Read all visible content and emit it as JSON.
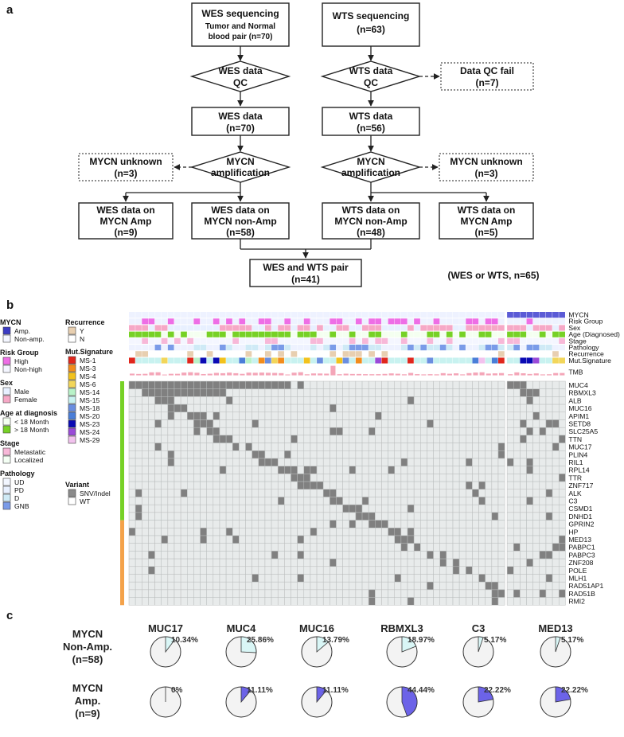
{
  "panel_a": {
    "label": "a",
    "wes_seq_title": "WES sequencing",
    "wes_seq_sub": "Tumor and Normal",
    "wes_seq_sub2": "blood pair (n=70)",
    "wts_seq_title": "WTS sequencing",
    "wts_seq_n": "(n=63)",
    "wes_qc_1": "WES data",
    "wes_qc_2": "QC",
    "wts_qc_1": "WTS data",
    "wts_qc_2": "QC",
    "qc_fail_1": "Data QC fail",
    "qc_fail_2": "(n=7)",
    "wes_data_1": "WES data",
    "wes_data_2": "(n=70)",
    "wts_data_1": "WTS data",
    "wts_data_2": "(n=56)",
    "mycn_amp_1": "MYCN",
    "mycn_amp_2": "amplification",
    "unk_left_1": "MYCN unknown",
    "unk_left_2": "(n=3)",
    "unk_right_1": "MYCN unknown",
    "unk_right_2": "(n=3)",
    "wes_amp_1": "WES data on",
    "wes_amp_2": "MYCN Amp",
    "wes_amp_3": "(n=9)",
    "wes_nonamp_1": "WES data on",
    "wes_nonamp_2": "MYCN non-Amp",
    "wes_nonamp_3": "(n=58)",
    "wts_nonamp_1": "WTS data on",
    "wts_nonamp_2": "MYCN non-Amp",
    "wts_nonamp_3": "(n=48)",
    "wts_amp_1": "WTS data on",
    "wts_amp_2": "MYCN Amp",
    "wts_amp_3": "(n=5)",
    "pair_1": "WES and WTS pair",
    "pair_2": "(n=41)",
    "or_note": "(WES or WTS, n=65)"
  },
  "panel_b": {
    "label": "b",
    "legend_left": [
      {
        "title": "MYCN",
        "items": [
          {
            "label": "Amp.",
            "color": "#3b3bc4"
          },
          {
            "label": "Non-amp.",
            "color": "#f4f6ff"
          }
        ]
      },
      {
        "title": "Risk Group",
        "items": [
          {
            "label": "High",
            "color": "#ee6ee6"
          },
          {
            "label": "Non-high",
            "color": "#f4f6ff"
          }
        ]
      },
      {
        "title": "Sex",
        "items": [
          {
            "label": "Male",
            "color": "#e8f0ff"
          },
          {
            "label": "Female",
            "color": "#f6a8c6"
          }
        ]
      },
      {
        "title": "Age at diagnosis",
        "items": [
          {
            "label": "< 18 Month",
            "color": "#f4fff0"
          },
          {
            "label": "> 18 Month",
            "color": "#77d126"
          }
        ]
      },
      {
        "title": "Stage",
        "items": [
          {
            "label": "Metastatic",
            "color": "#f7b8d8"
          },
          {
            "label": "Localized",
            "color": "#f4fff4"
          }
        ]
      },
      {
        "title": "Pathology",
        "items": [
          {
            "label": "UD",
            "color": "#f2f6ff"
          },
          {
            "label": "PD",
            "color": "#e8f0ff"
          },
          {
            "label": "D",
            "color": "#cfeaf6"
          },
          {
            "label": "GNB",
            "color": "#7a9be8"
          }
        ]
      }
    ],
    "legend_mid": [
      {
        "title": "Recurrence",
        "items": [
          {
            "label": "Y",
            "color": "#e8cfb0"
          },
          {
            "label": "N",
            "color": "#ffffff"
          }
        ]
      },
      {
        "title": "Mut.Signature",
        "items": [
          {
            "label": "MS-1",
            "color": "#e0261c"
          },
          {
            "label": "MS-3",
            "color": "#f28c1c"
          },
          {
            "label": "MS-4",
            "color": "#f2c21c"
          },
          {
            "label": "MS-6",
            "color": "#f2d65a"
          },
          {
            "label": "MS-14",
            "color": "#b8f2c8"
          },
          {
            "label": "MS-15",
            "color": "#c8f2f0"
          },
          {
            "label": "MS-18",
            "color": "#6a8ee0"
          },
          {
            "label": "MS-20",
            "color": "#4a7ed8"
          },
          {
            "label": "MS-23",
            "color": "#0a0ab4"
          },
          {
            "label": "MS-24",
            "color": "#9a4ad8"
          },
          {
            "label": "MS-29",
            "color": "#f2c2ee"
          }
        ]
      },
      {
        "title": "Variant",
        "items": [
          {
            "label": "SNV/Indel",
            "color": "#8a8a8a"
          },
          {
            "label": "WT",
            "color": "#ffffff"
          }
        ]
      }
    ],
    "track_labels": [
      "MYCN",
      "Risk Group",
      "Sex",
      "Age (Diagnosed)",
      "Stage",
      "Pathology",
      "Recurrence",
      "Mut.Signature",
      "TMB"
    ],
    "genes": [
      "MUC4",
      "RBMXL3",
      "ALB",
      "MUC16",
      "APIM1",
      "SETD8",
      "SLC25A5",
      "TTN",
      "MUC17",
      "PLIN4",
      "RIL1",
      "RPL14",
      "TTR",
      "ZNF717",
      "ALK",
      "C3",
      "CSMD1",
      "DNHD1",
      "GPRIN2",
      "HP",
      "MED13",
      "PABPC1",
      "PABPC3",
      "ZNF208",
      "POLE",
      "MLH1",
      "RAD51AP1",
      "RAD51B",
      "RMI2"
    ],
    "colors": {
      "mut": "#808080",
      "wt": "#e8ebeb",
      "side_green": "#77d126",
      "side_orange": "#f4a24a",
      "mycn_amp": "#5b5bd6"
    }
  },
  "panel_c": {
    "label": "c",
    "row1_label_1": "MYCN",
    "row1_label_2": "Non-Amp.",
    "row1_label_3": "(n=58)",
    "row2_label_1": "MYCN",
    "row2_label_2": "Amp.",
    "row2_label_3": "(n=9)",
    "genes": [
      "MUC17",
      "MUC4",
      "MUC16",
      "RBMXL3",
      "C3",
      "MED13"
    ],
    "nonamp_pct": [
      10.34,
      25.86,
      13.79,
      18.97,
      5.17,
      5.17
    ],
    "nonamp_labels": [
      "10.34%",
      "25.86%",
      "13.79%",
      "18.97%",
      "5.17%",
      "5.17%"
    ],
    "amp_pct": [
      0,
      11.11,
      11.11,
      44.44,
      22.22,
      22.22
    ],
    "amp_labels": [
      "0%",
      "11.11%",
      "11.11%",
      "44.44%",
      "22.22%",
      "22.22%"
    ],
    "colors": {
      "nonamp_fill": "#d9f6f6",
      "amp_fill": "#6c63e8",
      "bg": "#f3f3f3"
    }
  }
}
